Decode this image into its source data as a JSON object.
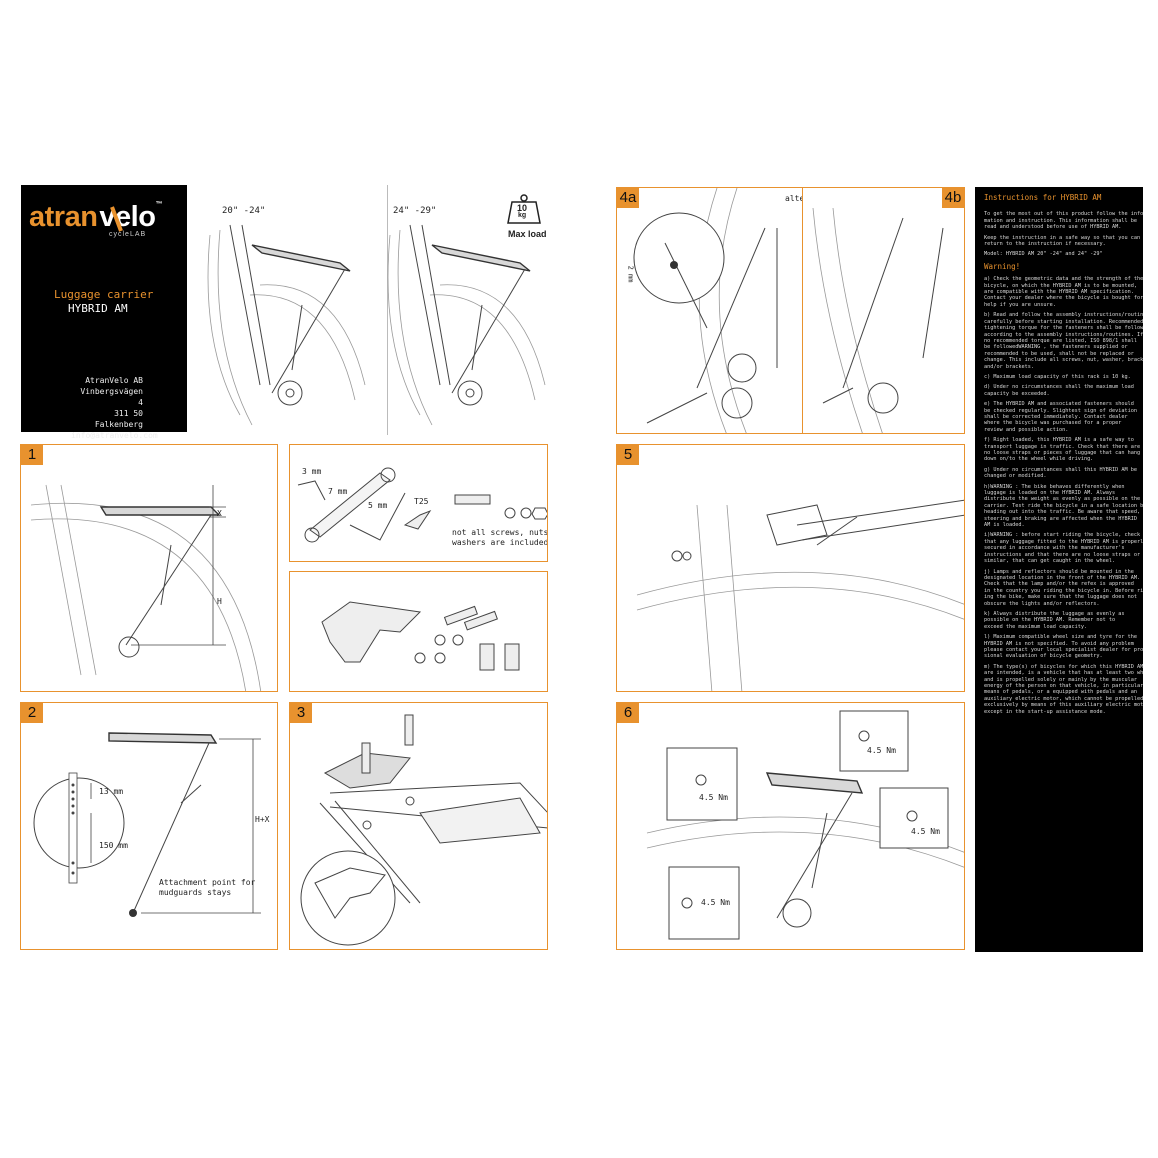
{
  "brand": {
    "name_left": "atran",
    "name_right": "velo",
    "trademark": "™",
    "sub": "cycleLAB"
  },
  "product": {
    "title_line1": "Luggage carrier",
    "title_line2": "HYBRID AM"
  },
  "address": {
    "company": "AtranVelo AB",
    "street": "Vinbergsvägen 4",
    "city": "311 50 Falkenberg",
    "email": "info@atranvelo.com"
  },
  "overview": {
    "size_a": "20\" -24\"",
    "size_b": "24\" -29\"",
    "weight": "10",
    "weight_unit": "kg",
    "max_load": "Max load"
  },
  "steps": {
    "s1": {
      "num": "1",
      "label_x": "X",
      "label_h": "H"
    },
    "tools": {
      "t3": "3 mm",
      "t7": "7 mm",
      "t5": "5 mm",
      "t25": "T25",
      "note_1": "not all screws, nuts and",
      "note_2": "washers are included"
    },
    "s2": {
      "num": "2",
      "d13": "13 mm",
      "d150": "150 mm",
      "hx": "H+X",
      "attach_1": "Attachment point for",
      "attach_2": "mudguards stays"
    },
    "s3": {
      "num": "3"
    },
    "s4a": {
      "num": "4a",
      "gap": "2 mm"
    },
    "s4b": {
      "num": "4b"
    },
    "alt": "alternativ",
    "s5": {
      "num": "5"
    },
    "s6": {
      "num": "6",
      "torque_1": "4.5 Nm",
      "torque_2": "4.5 Nm",
      "torque_3": "4.5 Nm",
      "torque_4": "4.5 Nm"
    }
  },
  "instructions": {
    "heading": "Instructions for HYBRID AM",
    "intro": [
      "To get the most out of this product follow the infor-",
      "mation and instruction. This information shall be",
      "read and understood before use of HYBRID AM."
    ],
    "keep": [
      "Keep the instruction in a safe way so that you can",
      "return to the instruction if necessary."
    ],
    "model": "Model: HYBRID AM 20\" -24\"  and 24\" -29\"",
    "warning": "Warning!",
    "paras": [
      [
        "a) Check the geometric data and the strength of the",
        "bicycle, on which the HYBRID AM is to be mounted,",
        "are compatible with the HYBRID AM specification.",
        "Contact your dealer where the bicycle is bought for",
        "help if you are unsure."
      ],
      [
        "b) Read and follow the assembly instructions/routines",
        "carefully before starting installation. Recommended",
        "tightening torque for the fasteners shall be followed",
        "according to the assembly instructions/routines. If",
        "no recommended torque are listed, ISO 898/1 shall",
        "be followedWARNING    , the fasteners supplied or",
        "recommended to be used, shall not be replaced or",
        "change. This include all screws, nut, washer, brackets",
        "and/or brackets."
      ],
      [
        "c) Maximum load capacity of this rack is 10 kg."
      ],
      [
        "d) Under no circumstances shall the maximum load",
        "capacity be exceeded."
      ],
      [
        "e) The HYBRID AM and associated fasteners should",
        "be checked regularly. Slightest sign of deviation",
        "shall be corrected immediately. Contact dealer",
        "where the bicycle was purchased for a proper",
        "review and possible action."
      ],
      [
        "f) Right loaded, this HYBRID AM is a safe way to",
        "transport luggage in traffic. Check that there are",
        "no loose straps or pieces of luggage that can hang",
        "down on/to the wheel while driving."
      ],
      [
        "g) Under no circumstances shall this HYBRID AM be",
        "changed or modified."
      ],
      [
        "h)WARNING    : The bike behaves differently when",
        "luggage is loaded on the HYBRID AM. Always",
        "distribute the weight as evenly as possible on the",
        "carrier. Test ride the bicycle in a safe location before",
        "heading out into the traffic. Be aware that speed,",
        "steering and braking are affected when the HYBRID",
        "AM is loaded."
      ],
      [
        "i)WARNING    : before start riding the bicycle, check",
        "that any luggage fitted to the HYBRID AM is properly",
        "secured in accordance with the manufacturer's",
        "instructions and that there are no loose straps or",
        "similar, that can get caught in the wheel."
      ],
      [
        "j) Lamps and reflectors should be mounted in the",
        "designated location in the front of the HYBRID AM.",
        "Check that the lamp and/or the refex is approved",
        "in the country you riding the bicycle in. Before rid-",
        "ing the bike, make sure that the luggage does not",
        "obscure the lights and/or reflectors."
      ],
      [
        "k) Always distribute the luggage as evenly as",
        "possible on the HYBRID AM. Remember not to",
        "exceed the maximum load capacity."
      ],
      [
        "l) Maximum compatible wheel size and tyre for the",
        "HYBRID AM is not specified. To avoid any problem",
        "please contact your local specialist dealer for profes-",
        "sional evaluation of bicycle geometry."
      ],
      [
        "m) The type(s) of bicycles for which this HYBRID AM",
        "are intended, is a vehicle that has at least two wheels",
        "and is propelled solely or mainly by the muscular",
        "energy of the person on that vehicle, in particular by",
        "means of pedals, or a equipped with pedals and an",
        "auxiliary electric motor, which cannot be propelled",
        "exclusively by means of this auxiliary electric motor,",
        "except in the start-up assistance mode."
      ]
    ]
  },
  "colors": {
    "accent": "#e8922e",
    "ink": "#222222",
    "panel_black": "#000000"
  }
}
